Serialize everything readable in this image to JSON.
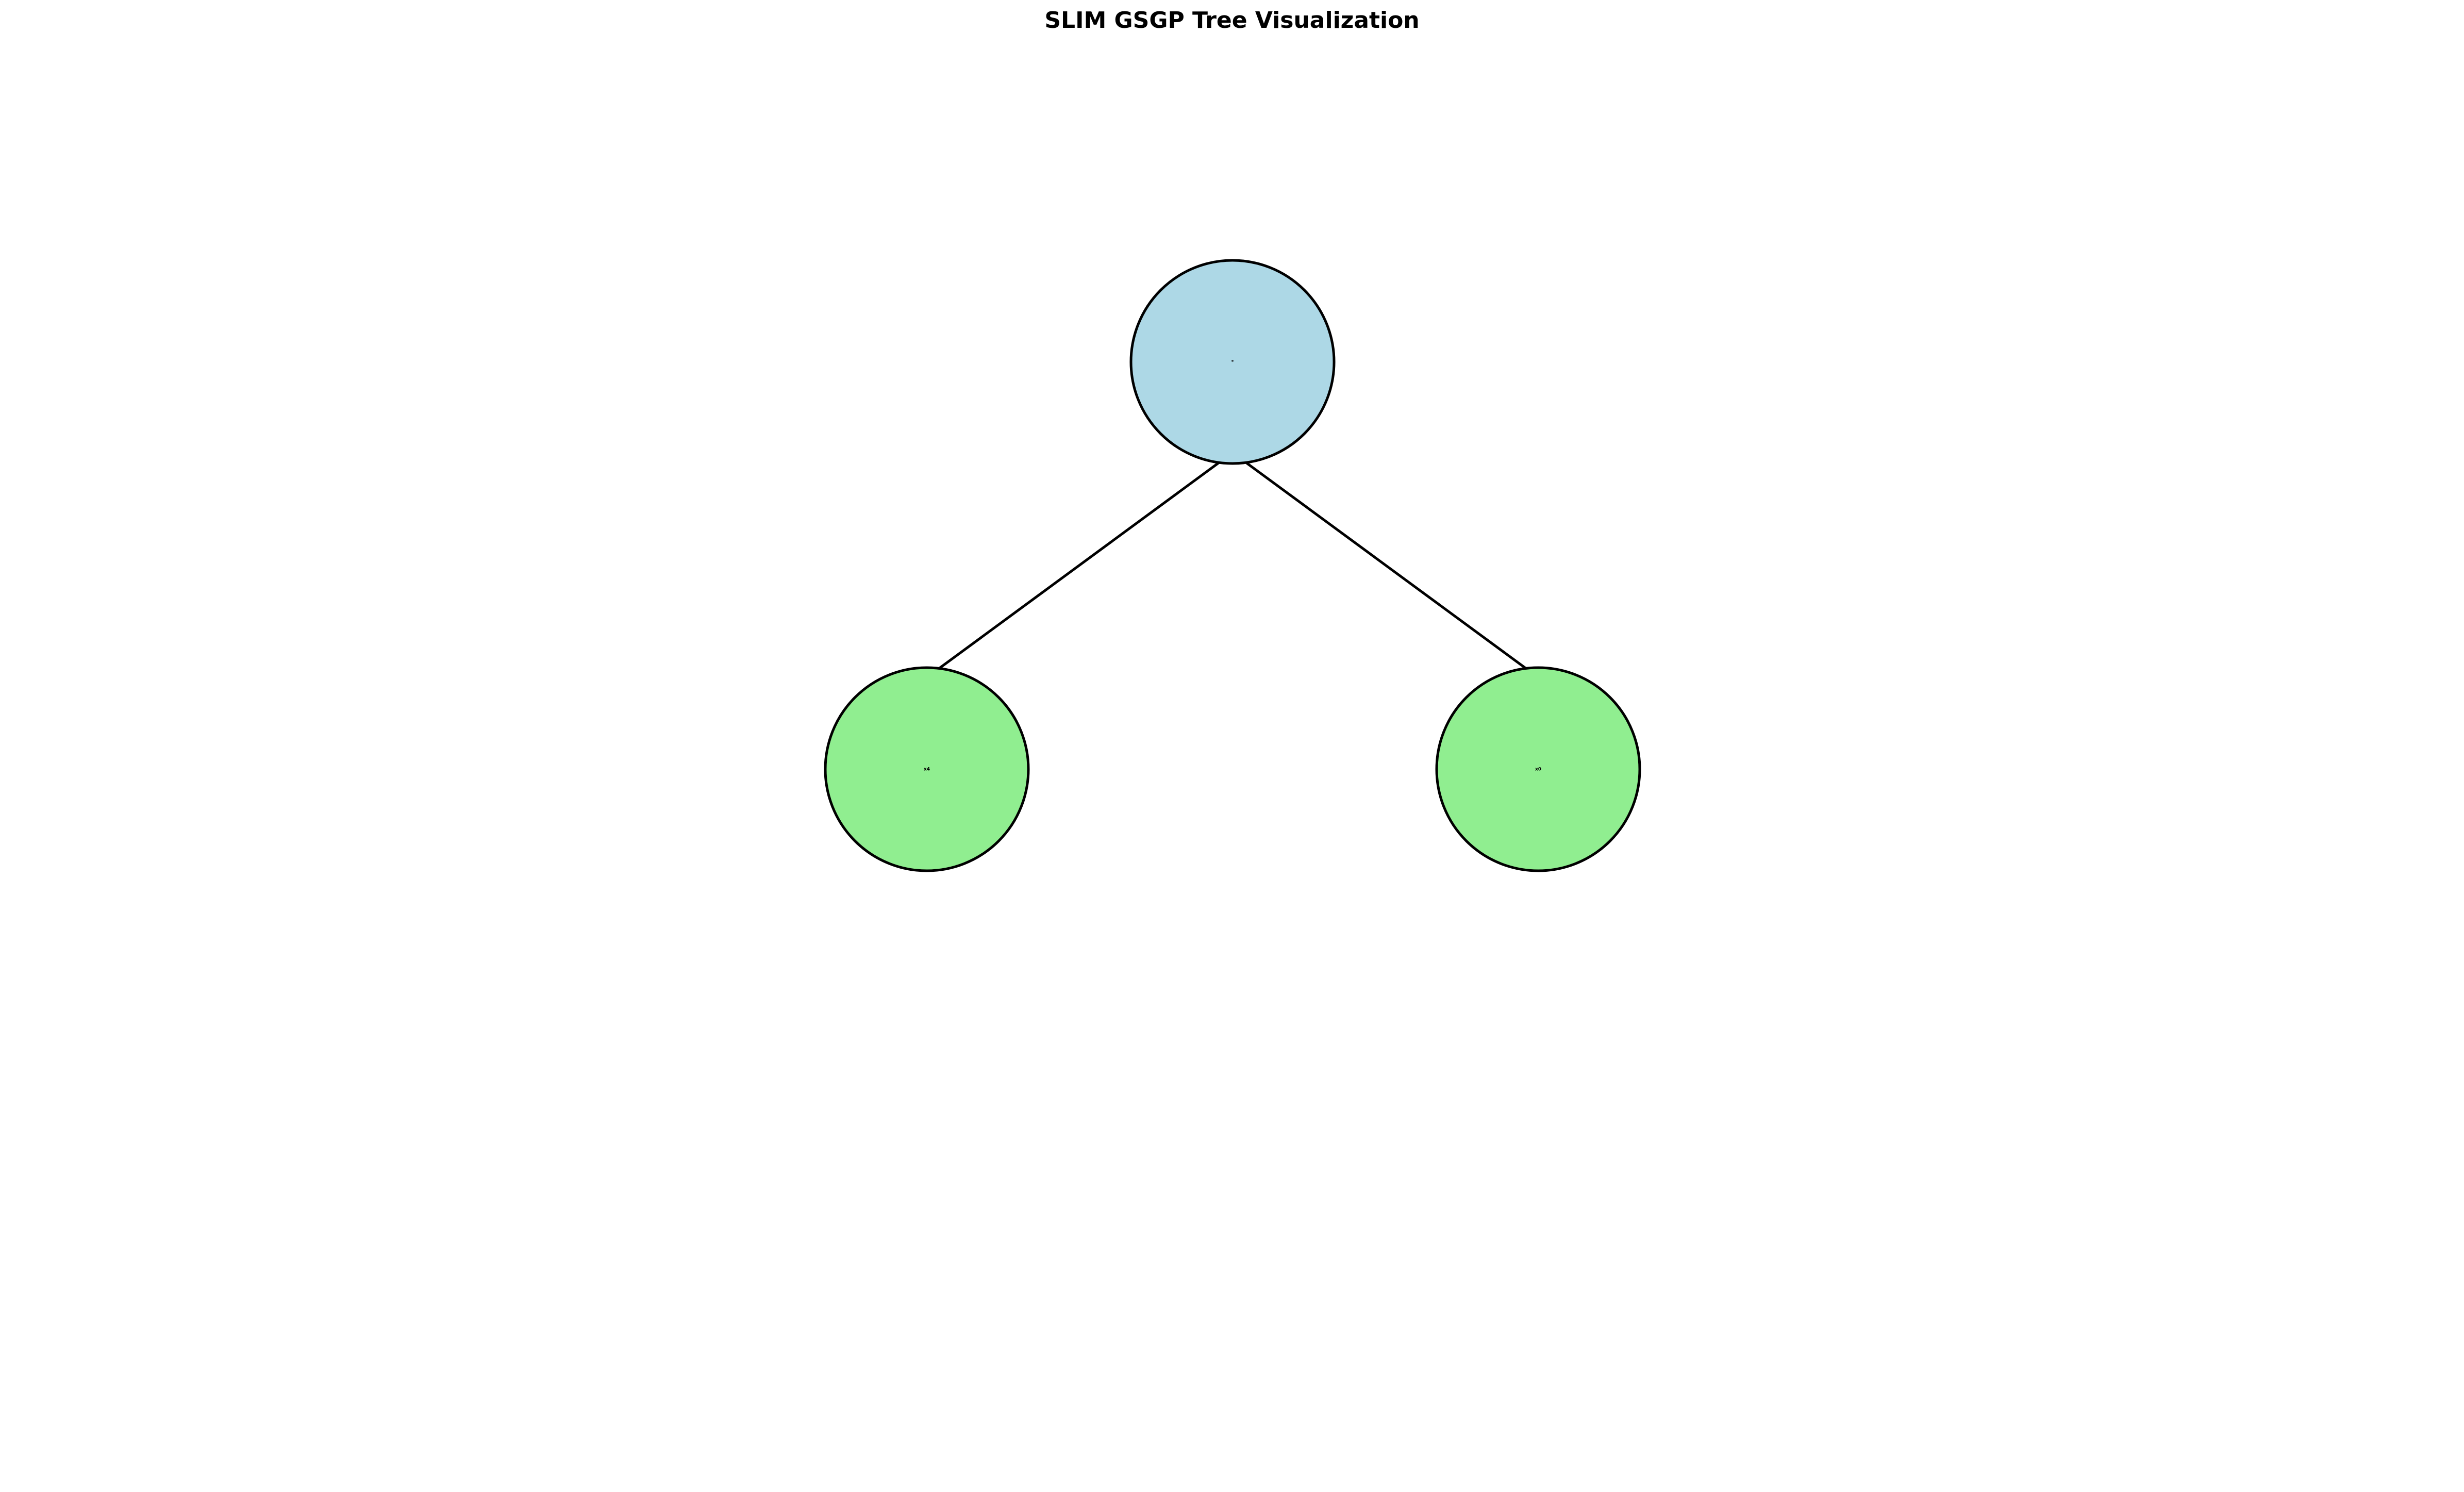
{
  "title": "SLIM GSGP Tree Visualization",
  "colors": {
    "operator_fill": "#add8e6",
    "terminal_fill": "#90ee90",
    "stroke": "#000000"
  },
  "tree": {
    "root": {
      "label": "*",
      "kind": "operator"
    },
    "children": [
      {
        "label": "x4",
        "kind": "terminal"
      },
      {
        "label": "x0",
        "kind": "terminal"
      }
    ]
  }
}
